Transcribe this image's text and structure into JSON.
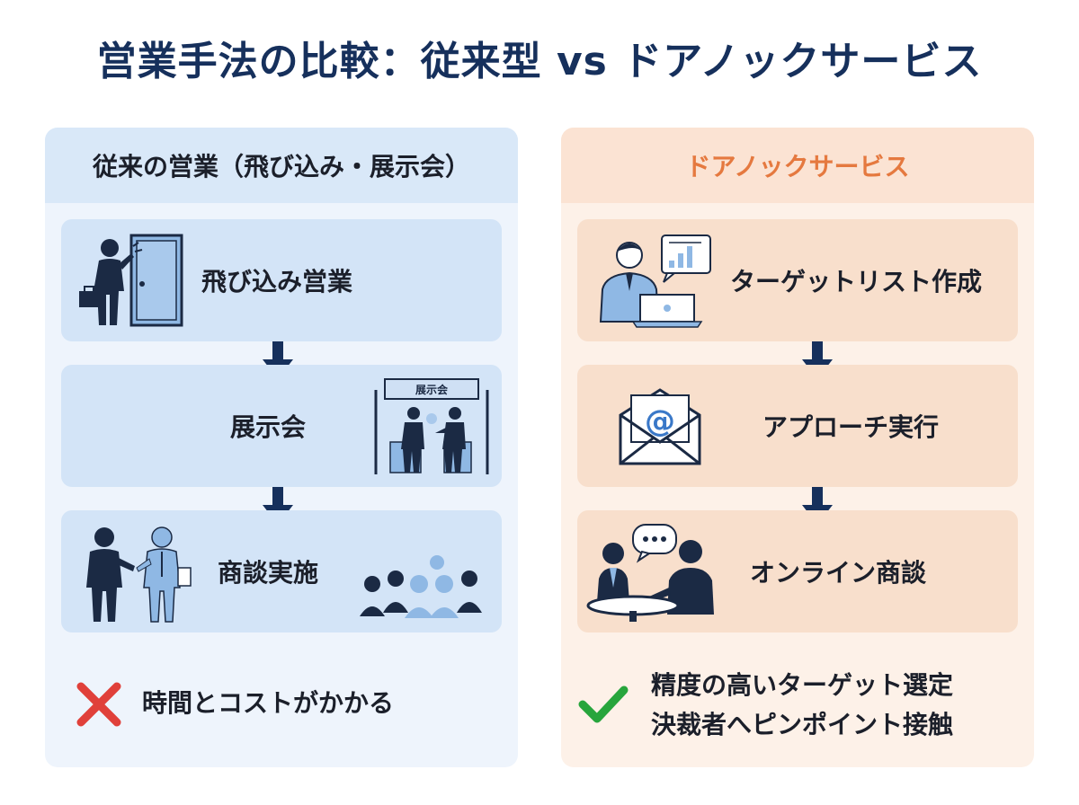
{
  "title": "営業手法の比較：従来型 vs ドアノックサービス",
  "left": {
    "header": "従来の営業（飛び込み・展示会）",
    "steps": [
      {
        "label": "飛び込み営業",
        "icon": "door-knock-icon"
      },
      {
        "label": "展示会",
        "icon": "exhibition-booth-icon",
        "booth_sign": "展示会"
      },
      {
        "label": "商談実施",
        "icon": "business-meeting-icon"
      }
    ],
    "result": {
      "icon": "cross-icon",
      "text": "時間とコストがかかる"
    }
  },
  "right": {
    "header": "ドアノックサービス",
    "steps": [
      {
        "label": "ターゲットリスト作成",
        "icon": "laptop-analysis-icon"
      },
      {
        "label": "アプローチ実行",
        "icon": "email-envelope-icon",
        "symbol": "@"
      },
      {
        "label": "オンライン商談",
        "icon": "online-meeting-icon"
      }
    ],
    "result": {
      "icon": "check-icon",
      "lines": [
        "精度の高いターゲット選定",
        "決裁者へピンポイント接触"
      ]
    }
  },
  "colors": {
    "title": "#16305c",
    "navy": "#16305c",
    "left_header_bg": "#d9e8f8",
    "right_header_text": "#e5793f",
    "cross": "#e0403a",
    "check": "#27a53c"
  }
}
